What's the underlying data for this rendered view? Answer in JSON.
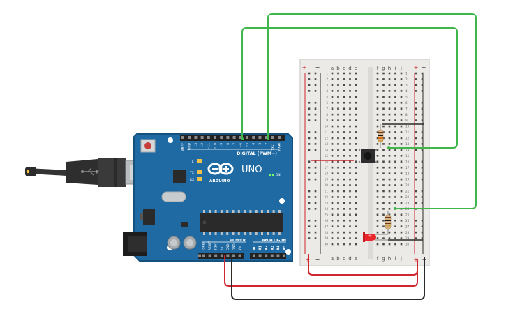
{
  "arduino": {
    "brand": "ARDUINO",
    "model": "UNO",
    "on_label": "ON",
    "digital_label": "DIGITAL (PWM~)",
    "power_label": "POWER",
    "analog_label": "ANALOG IN",
    "l_label": "L",
    "tx_label": "TX",
    "rx_label": "RX",
    "digital_pins": [
      "AREF",
      "GND",
      "13",
      "12",
      "~11",
      "~10",
      "~9",
      "8",
      "7",
      "~6",
      "~5",
      "4",
      "~3",
      "2",
      "TX▸1",
      "RX◂0"
    ],
    "power_pins": [
      "IOREF",
      "RESET",
      "3.3V",
      "5V",
      "GND",
      "GND",
      "Vin"
    ],
    "analog_pins": [
      "A0",
      "A1",
      "A2",
      "A3",
      "A4",
      "A5"
    ]
  },
  "breadboard": {
    "columns_left": [
      "a",
      "b",
      "c",
      "d",
      "e"
    ],
    "columns_right": [
      "f",
      "g",
      "h",
      "i",
      "j"
    ],
    "rows": 30,
    "plus_label": "+",
    "minus_label": "−"
  },
  "colors": {
    "board_blue": "#1f6aa3",
    "board_edge": "#16507d",
    "wire_green": "#3fb54a",
    "wire_red": "#d0262e",
    "wire_black": "#2a2a2a",
    "breadboard_body": "#eceae6",
    "hole": "#4a4a4a",
    "led_red": "#e8262c"
  }
}
